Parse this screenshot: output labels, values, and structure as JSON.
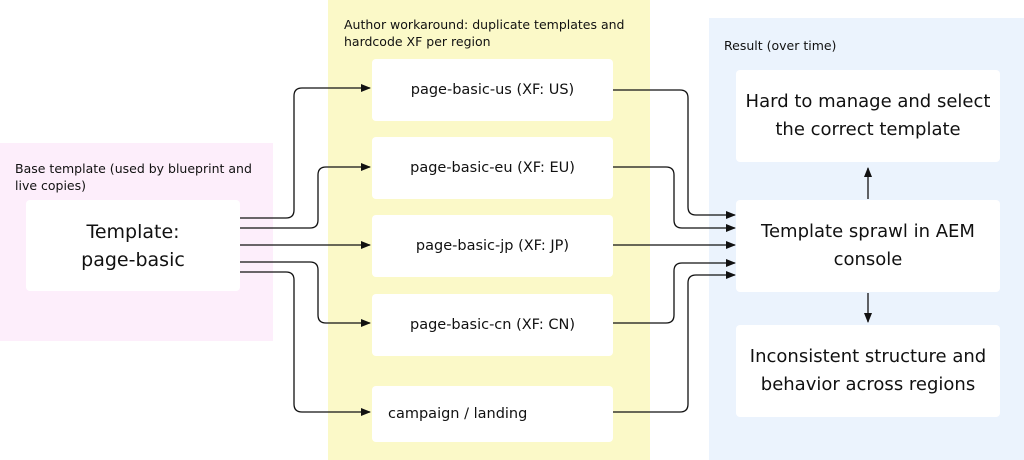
{
  "base_region": {
    "title": "Base template (used by blueprint and live copies)",
    "template_box": "Template: page-basic",
    "color": "#fdeefb"
  },
  "workaround_region": {
    "title": "Author workaround: duplicate templates and hardcode XF per region",
    "color": "#fbf9c8",
    "items": [
      {
        "label": "page-basic-us (XF: US)"
      },
      {
        "label": "page-basic-eu (XF: EU)"
      },
      {
        "label": "page-basic-jp (XF: JP)"
      },
      {
        "label": "page-basic-cn (XF: CN)"
      },
      {
        "label": "campaign / landing"
      }
    ]
  },
  "result_region": {
    "title": "Result (over time)",
    "color": "#ebf3fd",
    "top_box": "Hard to manage and select the correct template",
    "center_box": "Template sprawl in AEM console",
    "bottom_box": "Inconsistent structure and behavior across regions"
  },
  "colors": {
    "line": "#111111",
    "box": "#ffffff"
  }
}
